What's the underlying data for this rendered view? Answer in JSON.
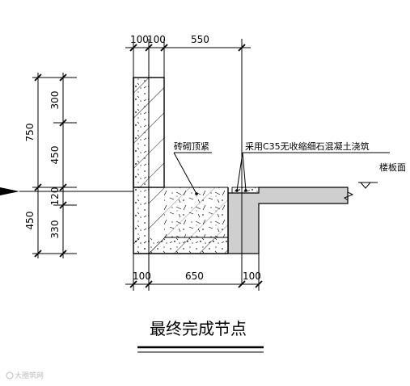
{
  "dimensions_top": {
    "d1": "100",
    "d2": "100",
    "d3": "550"
  },
  "dimensions_left": {
    "d300": "300",
    "d450a": "450",
    "d750": "750",
    "d120": "120",
    "d330": "330",
    "d450b": "450"
  },
  "dimensions_bottom": {
    "d100a": "100",
    "d650": "650",
    "d100b": "100"
  },
  "labels": {
    "brick_top": "砖砌顶紧",
    "concrete_note": "采用C35无收缩细石混凝土浇筑",
    "floor_surface": "楼板面"
  },
  "title": "最终完成节点",
  "watermark": "大圈筑网",
  "colors": {
    "line": "#000000",
    "slab_fill": "#cfcfcf",
    "watermark": "#bbbbbb"
  }
}
